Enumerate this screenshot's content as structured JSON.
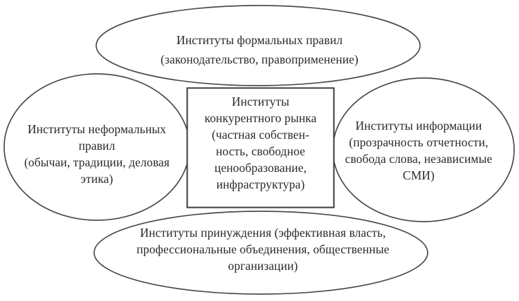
{
  "diagram": {
    "title": "Institutions of a competitive market (diagram)",
    "nodes": {
      "top": {
        "shape": "ellipse",
        "lines": [
          "Институты формальных правил",
          "(законодательство, правоприменение)"
        ]
      },
      "left": {
        "shape": "ellipse",
        "lines": [
          "Институты неформальных",
          "правил",
          "(обычаи, традиции, деловая",
          "этика)"
        ]
      },
      "center": {
        "shape": "rectangle",
        "lines": [
          "Институты",
          "конкурентного рынка",
          "(частная собствен-",
          "ность, свободное",
          "ценообразование,",
          "инфраструктура)"
        ]
      },
      "right": {
        "shape": "ellipse",
        "lines": [
          "Институты информации",
          "(прозрачность отчетности,",
          "свобода слова, независимые",
          "СМИ)"
        ]
      },
      "bottom": {
        "shape": "ellipse",
        "lines": [
          "Институты принуждения (эффективная власть,",
          "профессиональные объединения, общественные",
          "организации)"
        ]
      }
    },
    "colors": {
      "background": "#ffffff",
      "shape_stroke": "#4a4a4a",
      "rect_stroke": "#3a3a3a",
      "text": "#2a2a2a"
    }
  }
}
